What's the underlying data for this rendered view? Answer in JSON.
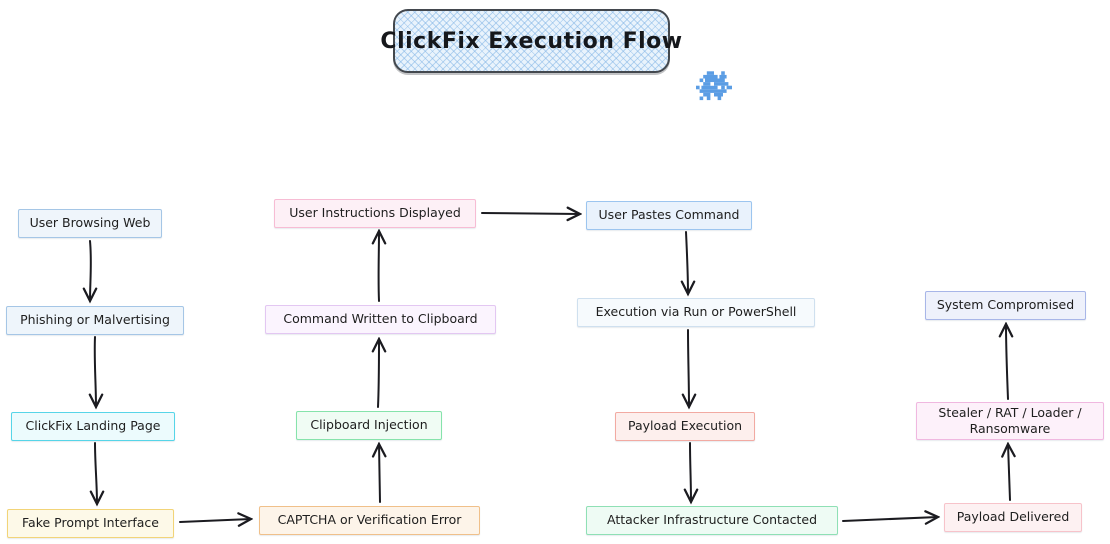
{
  "diagram": {
    "title": "ClickFix Execution Flow",
    "colors": {
      "title_border": "#43484e",
      "title_fill": "#e9f3fc",
      "title_hatch": "#7db2e4",
      "arrow": "#1b1b20",
      "text": "#1e1e1e",
      "background": "#ffffff",
      "virus_icon": "#5b9de4"
    },
    "icon": "pixel-virus-icon"
  },
  "nodes": [
    {
      "id": "user-browsing-web",
      "label": "User Browsing Web",
      "border": "#a5c6e6",
      "fill": "#eff5fb"
    },
    {
      "id": "phishing-or-malvertising",
      "label": "Phishing or Malvertising",
      "border": "#a5c6e6",
      "fill": "#eef5fb"
    },
    {
      "id": "clickfix-landing-page",
      "label": "ClickFix Landing Page",
      "border": "#56d5e8",
      "fill": "#ecfbfd"
    },
    {
      "id": "fake-prompt-interface",
      "label": "Fake Prompt Interface",
      "border": "#f2d478",
      "fill": "#fdf9e8"
    },
    {
      "id": "captcha-or-verification-error",
      "label": "CAPTCHA or Verification Error",
      "border": "#f0c08a",
      "fill": "#fdf4e9"
    },
    {
      "id": "clipboard-injection",
      "label": "Clipboard Injection",
      "border": "#86e3ab",
      "fill": "#f0fcf4"
    },
    {
      "id": "command-written-to-clipboard",
      "label": "Command Written to Clipboard",
      "border": "#e3c7f2",
      "fill": "#fbf4fe"
    },
    {
      "id": "user-instructions-displayed",
      "label": "User Instructions Displayed",
      "border": "#f7bcd4",
      "fill": "#fdf0f6"
    },
    {
      "id": "user-pastes-command",
      "label": "User Pastes Command",
      "border": "#9cc5ef",
      "fill": "#e9f2fc"
    },
    {
      "id": "execution-via-run-or-powershell",
      "label": "Execution via Run or PowerShell",
      "border": "#cfe0ef",
      "fill": "#f6fafd"
    },
    {
      "id": "payload-execution",
      "label": "Payload Execution",
      "border": "#f2aaa2",
      "fill": "#fdefed"
    },
    {
      "id": "attacker-infrastructure-contacted",
      "label": "Attacker Infrastructure Contacted",
      "border": "#8fe0b5",
      "fill": "#eefbf4"
    },
    {
      "id": "payload-delivered",
      "label": "Payload Delivered",
      "border": "#f7c3ca",
      "fill": "#fdf1f2"
    },
    {
      "id": "stealer-rat-loader-ransomware",
      "label": "Stealer / RAT / Loader / Ransomware",
      "border": "#f0b8e0",
      "fill": "#fdf1fa"
    },
    {
      "id": "system-compromised",
      "label": "System Compromised",
      "border": "#a8b6e8",
      "fill": "#eef1fb"
    }
  ],
  "edges": [
    {
      "from": "user-browsing-web",
      "to": "phishing-or-malvertising"
    },
    {
      "from": "phishing-or-malvertising",
      "to": "clickfix-landing-page"
    },
    {
      "from": "clickfix-landing-page",
      "to": "fake-prompt-interface"
    },
    {
      "from": "fake-prompt-interface",
      "to": "captcha-or-verification-error"
    },
    {
      "from": "captcha-or-verification-error",
      "to": "clipboard-injection"
    },
    {
      "from": "clipboard-injection",
      "to": "command-written-to-clipboard"
    },
    {
      "from": "command-written-to-clipboard",
      "to": "user-instructions-displayed"
    },
    {
      "from": "user-instructions-displayed",
      "to": "user-pastes-command"
    },
    {
      "from": "user-pastes-command",
      "to": "execution-via-run-or-powershell"
    },
    {
      "from": "execution-via-run-or-powershell",
      "to": "payload-execution"
    },
    {
      "from": "payload-execution",
      "to": "attacker-infrastructure-contacted"
    },
    {
      "from": "attacker-infrastructure-contacted",
      "to": "payload-delivered"
    },
    {
      "from": "payload-delivered",
      "to": "stealer-rat-loader-ransomware"
    },
    {
      "from": "stealer-rat-loader-ransomware",
      "to": "system-compromised"
    }
  ]
}
